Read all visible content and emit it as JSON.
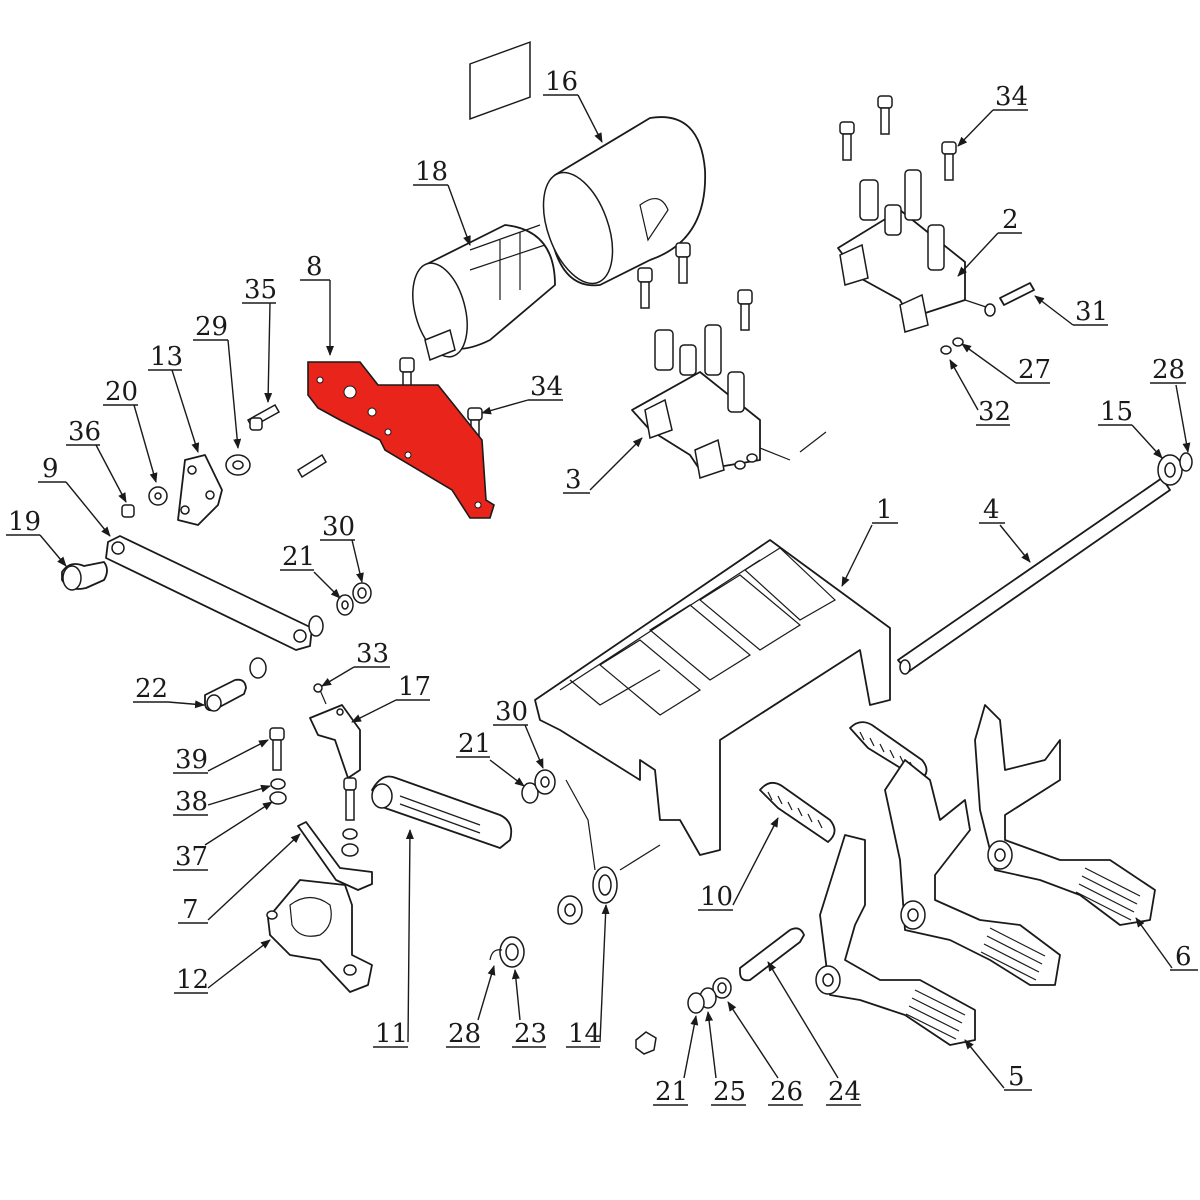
{
  "diagram": {
    "highlight_color": "#e8241b",
    "highlighted_part": "8",
    "callouts": [
      {
        "id": "c1",
        "label": "1"
      },
      {
        "id": "c2",
        "label": "2"
      },
      {
        "id": "c3",
        "label": "3"
      },
      {
        "id": "c4",
        "label": "4"
      },
      {
        "id": "c5",
        "label": "5"
      },
      {
        "id": "c6",
        "label": "6"
      },
      {
        "id": "c7",
        "label": "7"
      },
      {
        "id": "c8",
        "label": "8"
      },
      {
        "id": "c9",
        "label": "9"
      },
      {
        "id": "c10",
        "label": "10"
      },
      {
        "id": "c11",
        "label": "11"
      },
      {
        "id": "c12",
        "label": "12"
      },
      {
        "id": "c13",
        "label": "13"
      },
      {
        "id": "c14",
        "label": "14"
      },
      {
        "id": "c15",
        "label": "15"
      },
      {
        "id": "c16",
        "label": "16"
      },
      {
        "id": "c17",
        "label": "17"
      },
      {
        "id": "c18",
        "label": "18"
      },
      {
        "id": "c19",
        "label": "19"
      },
      {
        "id": "c20",
        "label": "20"
      },
      {
        "id": "c21a",
        "label": "21"
      },
      {
        "id": "c21b",
        "label": "21"
      },
      {
        "id": "c21c",
        "label": "21"
      },
      {
        "id": "c22",
        "label": "22"
      },
      {
        "id": "c23",
        "label": "23"
      },
      {
        "id": "c24",
        "label": "24"
      },
      {
        "id": "c25",
        "label": "25"
      },
      {
        "id": "c26",
        "label": "26"
      },
      {
        "id": "c27",
        "label": "27"
      },
      {
        "id": "c28a",
        "label": "28"
      },
      {
        "id": "c28b",
        "label": "28"
      },
      {
        "id": "c29",
        "label": "29"
      },
      {
        "id": "c30a",
        "label": "30"
      },
      {
        "id": "c30b",
        "label": "30"
      },
      {
        "id": "c31",
        "label": "31"
      },
      {
        "id": "c32",
        "label": "32"
      },
      {
        "id": "c33",
        "label": "33"
      },
      {
        "id": "c34a",
        "label": "34"
      },
      {
        "id": "c34b",
        "label": "34"
      },
      {
        "id": "c35",
        "label": "35"
      },
      {
        "id": "c36",
        "label": "36"
      },
      {
        "id": "c37",
        "label": "37"
      },
      {
        "id": "c38",
        "label": "38"
      },
      {
        "id": "c39",
        "label": "39"
      }
    ]
  }
}
